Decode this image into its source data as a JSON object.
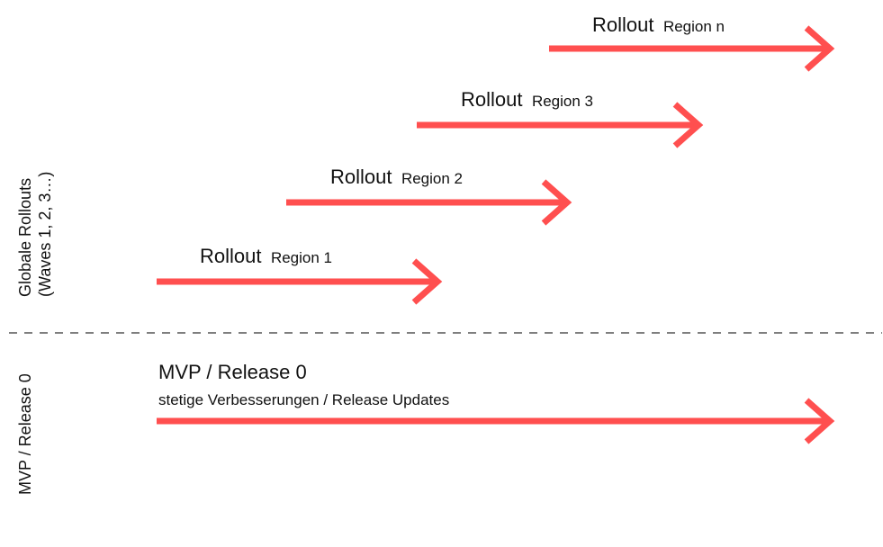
{
  "colors": {
    "arrow": "#ff4f4f",
    "text": "#111111",
    "divider": "#555555"
  },
  "side_labels": {
    "top_line1": "Globale Rollouts",
    "top_line2": "(Waves 1, 2, 3…)",
    "bottom": "MVP / Release 0"
  },
  "rollouts": [
    {
      "main": "Rollout",
      "sub": "Region n"
    },
    {
      "main": "Rollout",
      "sub": "Region 3"
    },
    {
      "main": "Rollout",
      "sub": "Region 2"
    },
    {
      "main": "Rollout",
      "sub": "Region 1"
    }
  ],
  "mvp": {
    "title": "MVP / Release 0",
    "subtitle": "stetige Verbesserungen / Release Updates"
  }
}
